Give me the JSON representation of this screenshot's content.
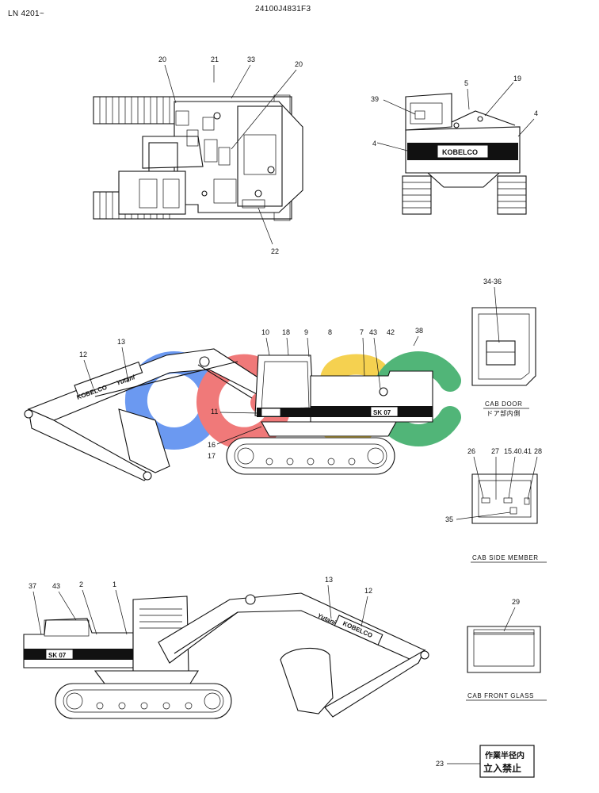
{
  "header": {
    "serial_range": "LN 4201~",
    "drawing_number": "24100J4831F3"
  },
  "brand": {
    "logo_text": "KOBELCO",
    "model_text": "SK 07",
    "cab_model_text": "SK 07",
    "boom_text": "Yutani"
  },
  "watermark": {
    "text": "CGSC",
    "colors": [
      "#5b8ef0",
      "#ef6b6b",
      "#f5cd3e",
      "#3fae6a"
    ]
  },
  "top_view": {
    "callouts": {
      "a": "20",
      "b": "21",
      "c": "33",
      "d": "20",
      "e": "22"
    }
  },
  "rear_view": {
    "callouts": {
      "a": "5",
      "b": "19",
      "c": "39",
      "d": "4",
      "e": "4"
    }
  },
  "left_side_view": {
    "callouts": {
      "a": "10",
      "b": "18",
      "c": "9",
      "d": "8",
      "e": "7",
      "f": "43",
      "g": "42",
      "h": "38",
      "i": "13",
      "j": "12",
      "k": "11",
      "l": "16",
      "m": "17"
    }
  },
  "right_side_view": {
    "callouts": {
      "a": "37",
      "b": "43",
      "c": "2",
      "d": "1",
      "e": "13",
      "f": "12"
    }
  },
  "cab_door": {
    "callout": "34-36",
    "caption": "CAB DOOR",
    "caption_jp": "ドア部内側"
  },
  "cab_side_member": {
    "callouts": {
      "a": "26",
      "b": "27",
      "c": "15.40.41",
      "d": "28",
      "e": "35"
    },
    "caption": "CAB SIDE MEMBER"
  },
  "cab_front_glass": {
    "callout": "29",
    "caption": "CAB FRONT GLASS"
  },
  "warning_sign": {
    "callout": "23",
    "line1": "作業半径内",
    "line2": "立入禁止"
  }
}
